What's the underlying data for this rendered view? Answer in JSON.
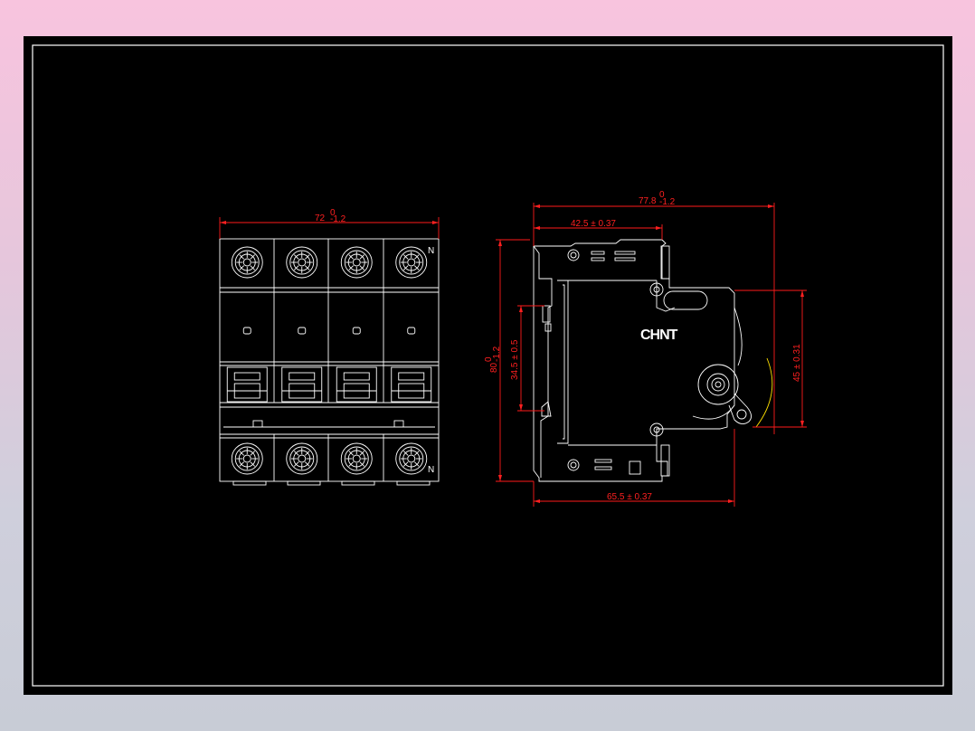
{
  "front_view": {
    "width_dim": "72",
    "width_tol_upper": "0",
    "width_tol_lower": "-1.2",
    "neutral_marker": "N",
    "pole_count": 4
  },
  "side_view": {
    "overall_depth_dim": "77.8",
    "overall_depth_tol_upper": "0",
    "overall_depth_tol_lower": "-1.2",
    "top_depth_dim": "42.5 ± 0.37",
    "bottom_depth_dim": "65.5 ± 0.37",
    "height_dim": "80",
    "height_tol_upper": "0",
    "height_tol_lower": "-1.2",
    "rail_dim": "34.5 ± 0.5",
    "handle_dim": "45 ± 0.31",
    "brand_logo": "CHNT"
  },
  "colors": {
    "background": "#000000",
    "outline": "#ffffff",
    "dimension": "#ff2020",
    "frame": "#ffffff",
    "arc": "#ffe000"
  }
}
